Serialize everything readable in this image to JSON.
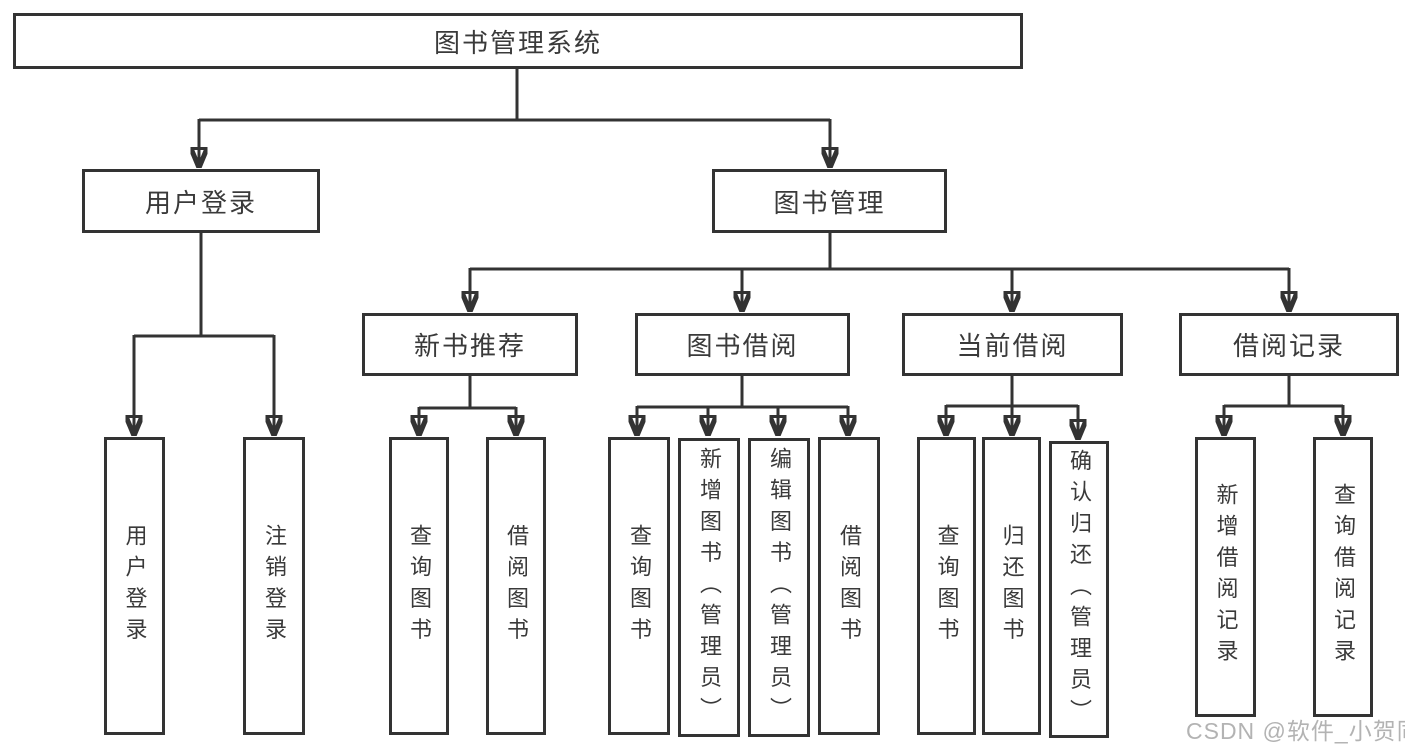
{
  "tree": {
    "label": "图书管理系统",
    "children": [
      {
        "label": "用户登录",
        "children": [
          {
            "label": "用户登录"
          },
          {
            "label": "注销登录"
          }
        ]
      },
      {
        "label": "图书管理",
        "children": [
          {
            "label": "新书推荐",
            "children": [
              {
                "label": "查询图书"
              },
              {
                "label": "借阅图书"
              }
            ]
          },
          {
            "label": "图书借阅",
            "children": [
              {
                "label": "查询图书"
              },
              {
                "label": "新增图书（管理员）"
              },
              {
                "label": "编辑图书（管理员）"
              },
              {
                "label": "借阅图书"
              }
            ]
          },
          {
            "label": "当前借阅",
            "children": [
              {
                "label": "查询图书"
              },
              {
                "label": "归还图书"
              },
              {
                "label": "确认归还（管理员）"
              }
            ]
          },
          {
            "label": "借阅记录",
            "children": [
              {
                "label": "新增借阅记录"
              },
              {
                "label": "查询借阅记录"
              }
            ]
          }
        ]
      }
    ]
  },
  "watermark": {
    "text": "CSDN @软件_小贺同学"
  },
  "colors": {
    "line": "#333333",
    "text": "#3a3a3a",
    "watermark": "#b3b3b3"
  }
}
